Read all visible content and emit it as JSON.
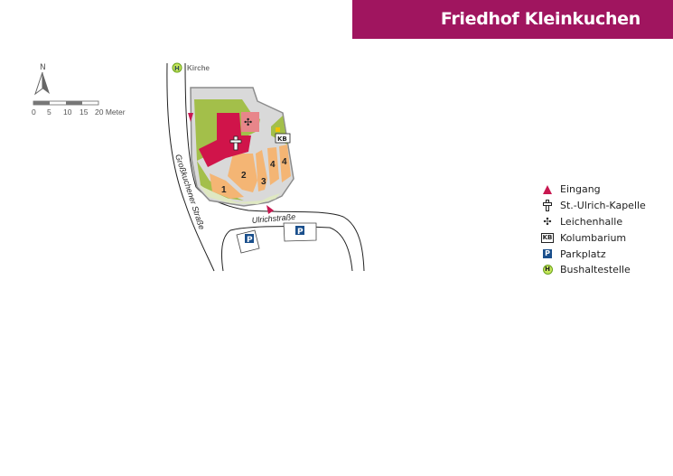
{
  "title": "Friedhof Kleinkuchen",
  "compass": {
    "north_label": "N"
  },
  "scale": {
    "ticks": [
      "0",
      "5",
      "10",
      "15",
      "20 Meter"
    ]
  },
  "map": {
    "bus_stop_label": "Kirche",
    "street_1": "Großkuchener Straße",
    "street_2": "Ulrichstraße",
    "fields": [
      "1",
      "2",
      "3",
      "4",
      "4"
    ],
    "kb_label": "KB",
    "parking_label": "P",
    "bus_label": "H"
  },
  "legend": [
    {
      "icon": "entrance-triangle-icon",
      "label": "Eingang"
    },
    {
      "icon": "chapel-cross-icon",
      "label": "St.-Ulrich-Kapelle"
    },
    {
      "icon": "mortuary-cross-icon",
      "label": "Leichenhalle"
    },
    {
      "icon": "kb-icon",
      "label": "Kolumbarium"
    },
    {
      "icon": "parking-icon",
      "label": "Parkplatz"
    },
    {
      "icon": "bus-stop-icon",
      "label": "Bushaltestelle"
    }
  ],
  "colors": {
    "brand": "#a0155f",
    "chapel": "#d0144a",
    "mortuary": "#e8868a",
    "grass": "#a3bf4a",
    "fields": "#f4b574",
    "paths": "#d9d9d9",
    "parking": "#1a4f8c",
    "bus": "#8dc63f"
  }
}
